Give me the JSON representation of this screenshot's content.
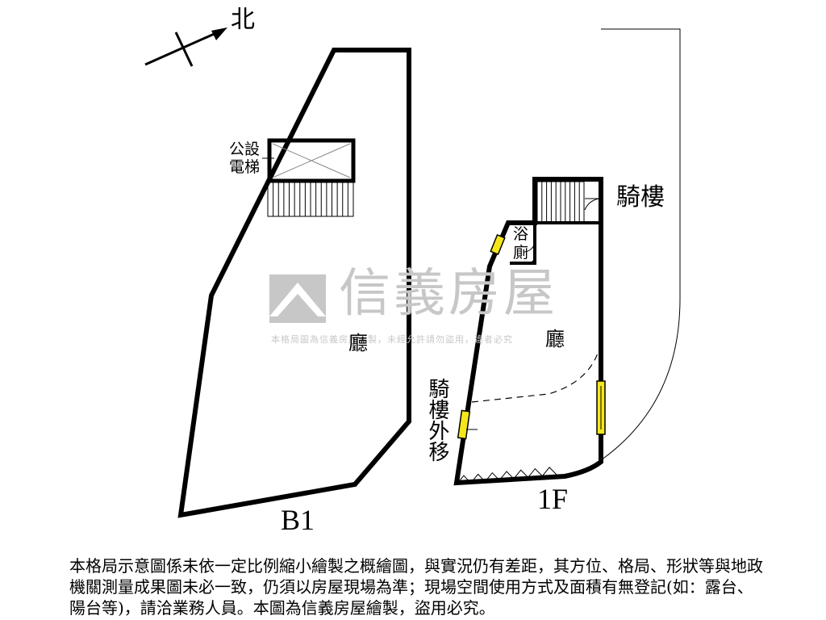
{
  "labels": {
    "north": "北",
    "elevator": "公設電梯",
    "b1_hall": "廳",
    "f1_hall": "廳",
    "arcade": "騎樓",
    "bathroom": "浴廁",
    "arcade_moved_out": "騎樓外移",
    "b1_floor": "B1",
    "f1_floor": "1F"
  },
  "watermark": {
    "brand": "信義房屋",
    "notice": "本格局圖為信義房屋繪製，未經允許請勿盜用，違者必究"
  },
  "disclaimer": "本格局示意圖係未依一定比例縮小繪製之概繪圖，與實況仍有差距，其方位、格局、形狀等與地政機關測量成果圖未必一致，仍須以房屋現場為準；現場空間使用方式及面積有無登記(如：露台、陽台等)，請洽業務人員。本圖為信義房屋繪製，盜用必究。",
  "colors": {
    "wall": "#000000",
    "window": "#f5e61c",
    "watermark": "#c7c7c7"
  }
}
